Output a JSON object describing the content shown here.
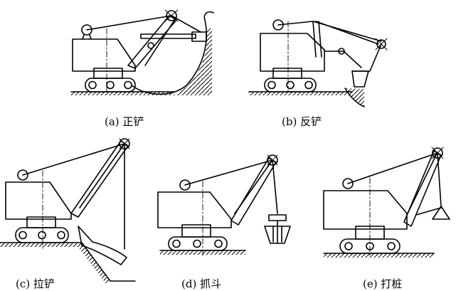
{
  "panels": [
    {
      "id": "a",
      "caption": "(a) 正铲"
    },
    {
      "id": "b",
      "caption": "(b) 反铲"
    },
    {
      "id": "c",
      "caption": "(c) 拉铲"
    },
    {
      "id": "d",
      "caption": "(d) 抓斗"
    },
    {
      "id": "e",
      "caption": "(e) 打桩"
    }
  ]
}
